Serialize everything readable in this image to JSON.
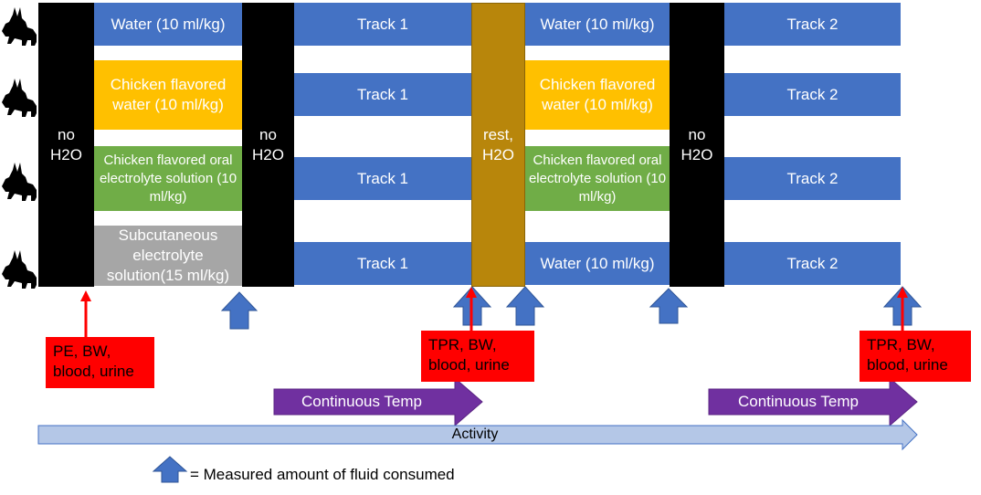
{
  "rows": [
    {
      "first": "Water (10 ml/kg)",
      "track1": "Track 1",
      "second": "Water (10 ml/kg)",
      "track2": "Track 2"
    },
    {
      "first": "Chicken flavored water (10 ml/kg)",
      "track1": "Track 1",
      "second": "Chicken flavored water (10 ml/kg)",
      "track2": "Track 2"
    },
    {
      "first": "Chicken flavored oral electrolyte solution (10 ml/kg)",
      "track1": "Track 1",
      "second": "Chicken flavored oral electrolyte solution (10 ml/kg)",
      "track2": "Track 2"
    },
    {
      "first": "Subcutaneous electrolyte solution(15 ml/kg)",
      "track1": "Track 1",
      "second": "Water (10 ml/kg)",
      "track2": "Track 2"
    }
  ],
  "phases": {
    "no_h2o_1": "no H2O",
    "no_h2o_2": "no H2O",
    "rest": "rest, H2O",
    "no_h2o_3": "no H2O"
  },
  "measurements": {
    "m1": "PE, BW, blood, urine",
    "m2": "TPR, BW, blood, urine",
    "m3": "TPR, BW, blood, urine"
  },
  "continuous_temp": {
    "first": "Continuous Temp",
    "second": "Continuous Temp"
  },
  "activity_label": "Activity",
  "legend": {
    "text": "= Measured amount of fluid consumed"
  },
  "colors": {
    "bar_blue": "#4472c4",
    "no_h2o_black": "#000000",
    "rest_gold": "#b8860b",
    "chicken_water_orange": "#ffc000",
    "electrolyte_green": "#70ad47",
    "subcutaneous_gray": "#a6a6a6",
    "measurement_red": "#ff0000",
    "continuous_temp_purple": "#7030a0",
    "activity_lightblue": "#b4c7e7"
  },
  "icons": [
    "dog-icon",
    "up-arrow-icon",
    "red-arrow-icon"
  ]
}
